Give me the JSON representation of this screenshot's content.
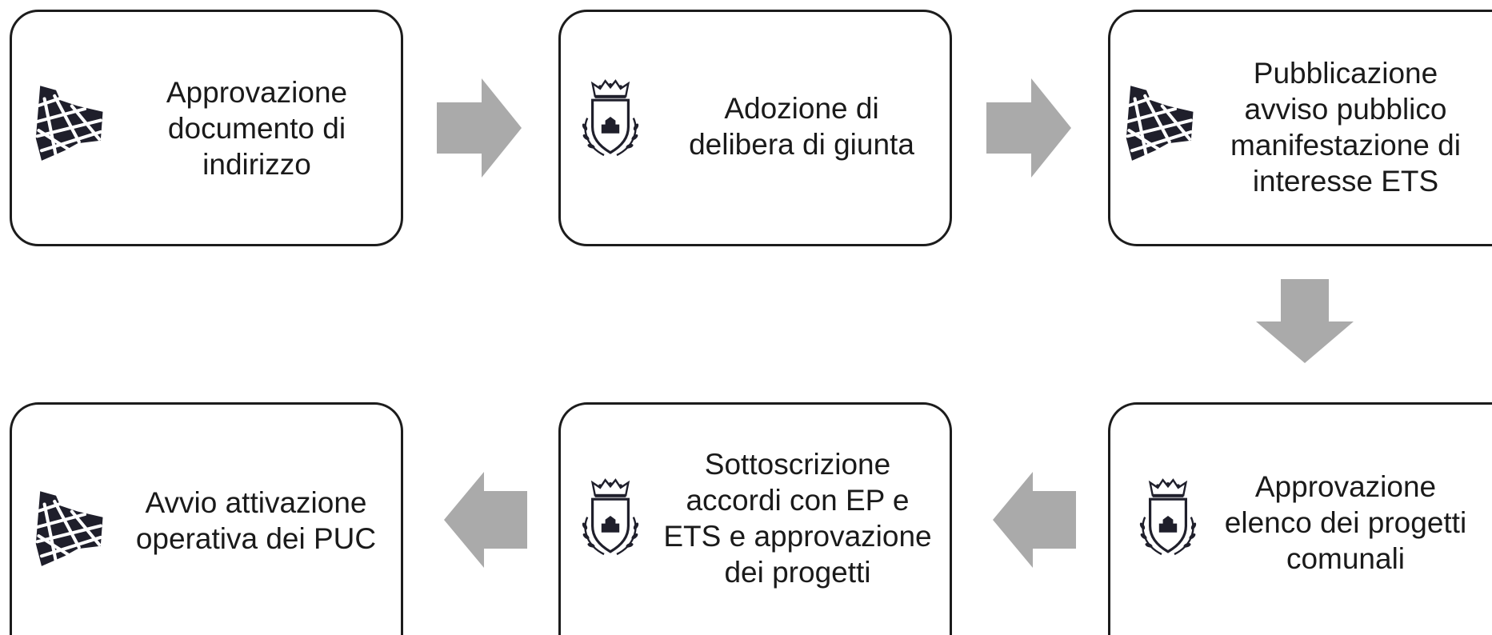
{
  "diagram": {
    "type": "process-flow",
    "steps": [
      {
        "label": "Approvazione\ndocumento di\nindirizzo",
        "icon": "region-map-icon"
      },
      {
        "label": "Adozione di\ndelibera di giunta",
        "icon": "municipal-crest-icon"
      },
      {
        "label": "Pubblicazione\navviso pubblico\nmanifestazione di\ninteresse ETS",
        "icon": "region-map-icon"
      },
      {
        "label": "Approvazione\nelenco dei progetti\ncomunali",
        "icon": "municipal-crest-icon"
      },
      {
        "label": "Sottoscrizione\naccordi con EP e\nETS e approvazione\ndei progetti",
        "icon": "municipal-crest-icon"
      },
      {
        "label": "Avvio attivazione\noperativa dei PUC",
        "icon": "region-map-icon"
      }
    ],
    "arrows": [
      {
        "from": 1,
        "to": 2,
        "direction": "right"
      },
      {
        "from": 2,
        "to": 3,
        "direction": "right"
      },
      {
        "from": 3,
        "to": 4,
        "direction": "down"
      },
      {
        "from": 4,
        "to": 5,
        "direction": "left"
      },
      {
        "from": 5,
        "to": 6,
        "direction": "left"
      }
    ],
    "colors": {
      "box_border": "#1c1c1c",
      "arrow_fill": "#aaaaaa",
      "icon_fill": "#1f1f2b",
      "text": "#1a1a1a"
    }
  }
}
